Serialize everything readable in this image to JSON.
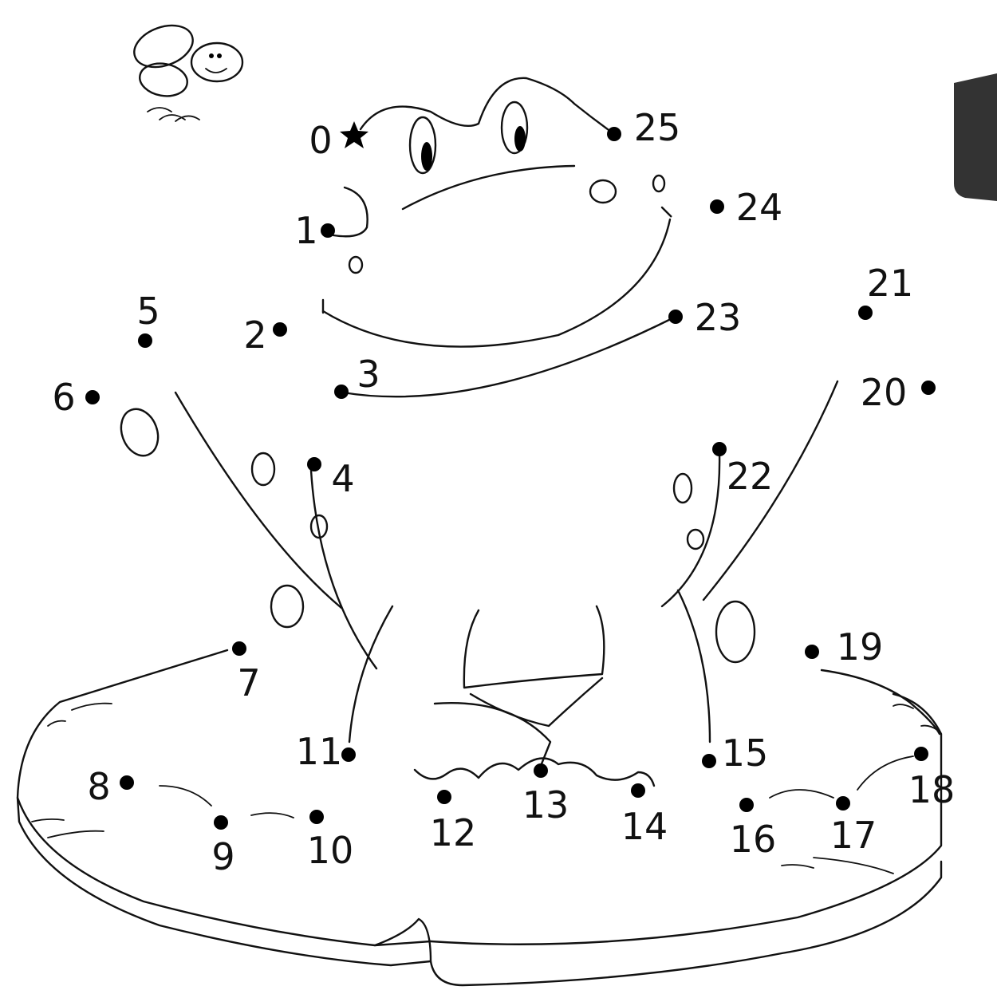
{
  "puzzle": {
    "start_icon": "star-icon",
    "points": [
      {
        "label": "0"
      },
      {
        "label": "1"
      },
      {
        "label": "2"
      },
      {
        "label": "3"
      },
      {
        "label": "4"
      },
      {
        "label": "5"
      },
      {
        "label": "6"
      },
      {
        "label": "7"
      },
      {
        "label": "8"
      },
      {
        "label": "9"
      },
      {
        "label": "10"
      },
      {
        "label": "11"
      },
      {
        "label": "12"
      },
      {
        "label": "13"
      },
      {
        "label": "14"
      },
      {
        "label": "15"
      },
      {
        "label": "16"
      },
      {
        "label": "17"
      },
      {
        "label": "18"
      },
      {
        "label": "19"
      },
      {
        "label": "20"
      },
      {
        "label": "21"
      },
      {
        "label": "22"
      },
      {
        "label": "23"
      },
      {
        "label": "24"
      },
      {
        "label": "25"
      }
    ]
  },
  "colors": {
    "ink": "#111111",
    "paper": "#ffffff"
  }
}
